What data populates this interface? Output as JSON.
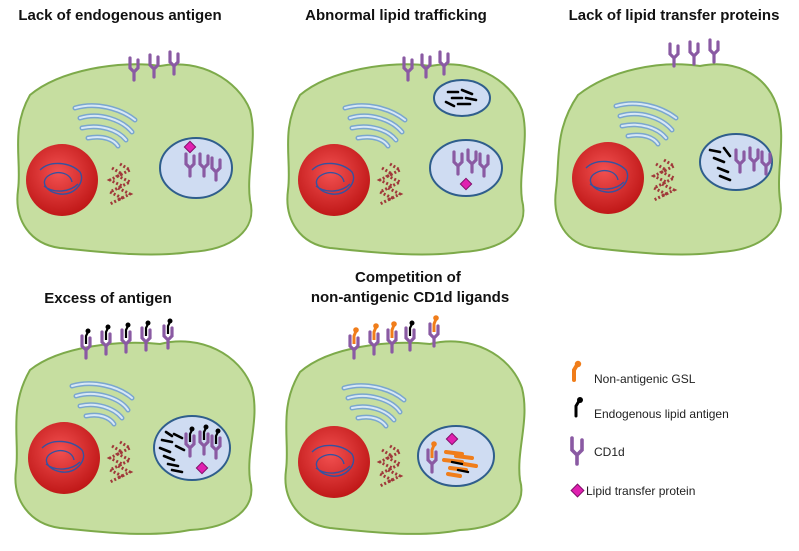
{
  "panels": [
    {
      "id": "lack-endogenous",
      "title": [
        "Lack of endogenous antigen"
      ]
    },
    {
      "id": "abnormal-trafficking",
      "title": [
        "Abnormal lipid trafficking"
      ]
    },
    {
      "id": "lack-transfer",
      "title": [
        "Lack of lipid transfer proteins"
      ]
    },
    {
      "id": "excess-antigen",
      "title": [
        "Excess of antigen"
      ]
    },
    {
      "id": "competition",
      "title": [
        "Competition of",
        "non-antigenic CD1d ligands"
      ]
    }
  ],
  "legend": {
    "items": [
      {
        "key": "gsl",
        "label": "Non-antigenic GSL",
        "color": "#f07d1a"
      },
      {
        "key": "antigen",
        "label": "Endogenous lipid antigen",
        "color": "#000000"
      },
      {
        "key": "cd1d",
        "label": "CD1d",
        "color": "#8a5aa3"
      },
      {
        "key": "ltp",
        "label": "Lipid transfer protein",
        "color": "#e020b0"
      }
    ]
  },
  "colors": {
    "cell_fill": "#c6dea0",
    "cell_stroke": "#7daa4a",
    "nucleus": "#dd2a2a",
    "endosome_fill": "#cfdcf2",
    "endosome_stroke": "#2f5e8c",
    "golgi": "#9fc3e3",
    "er": "#a0393a",
    "cd1d": "#8a5aa3",
    "gsl": "#f07d1a",
    "antigen": "#000000",
    "ltp": "#e020b0"
  }
}
